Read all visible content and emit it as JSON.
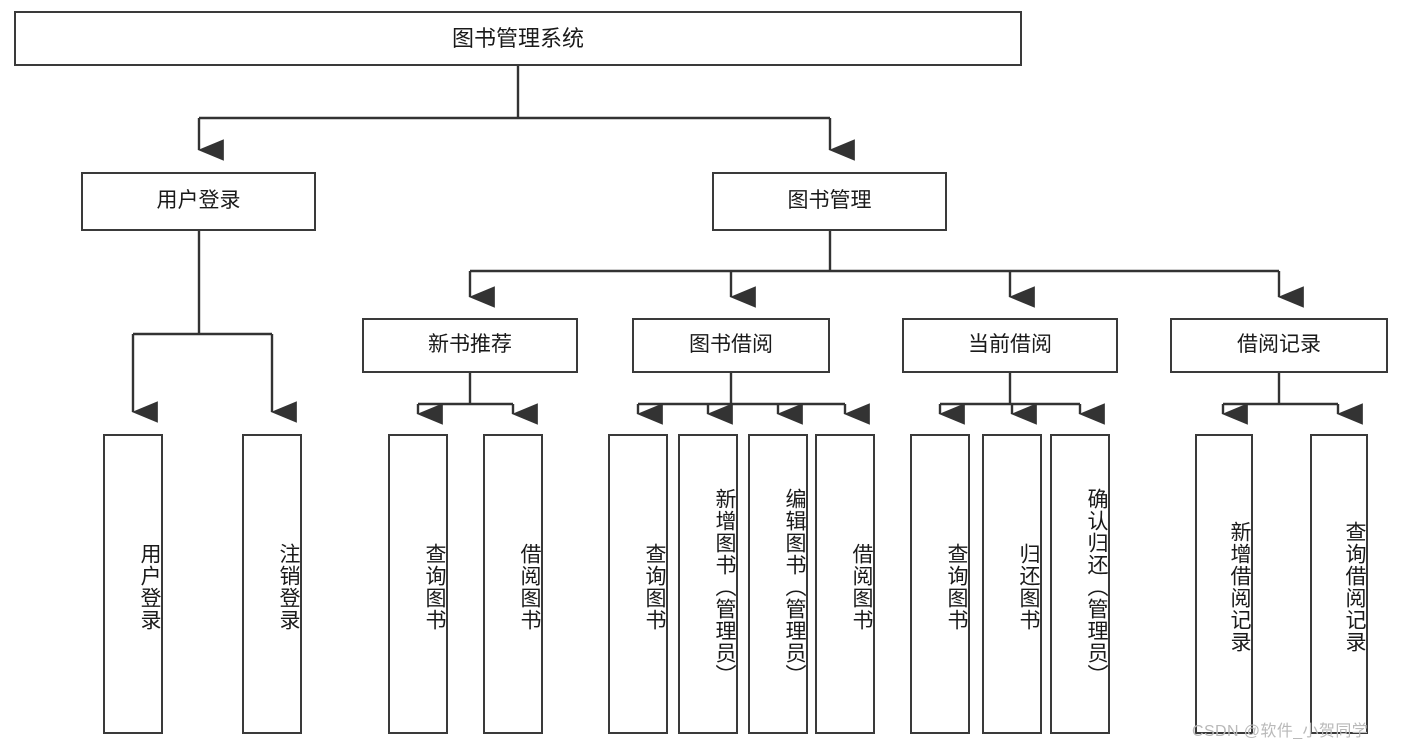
{
  "diagram": {
    "type": "tree-hierarchy-chart",
    "title": "图书管理系统",
    "root": {
      "id": "root",
      "label": "图书管理系统"
    },
    "level2": [
      {
        "id": "user-login",
        "label": "用户登录"
      },
      {
        "id": "book-management",
        "label": "图书管理"
      }
    ],
    "level3": [
      {
        "id": "new-book-recommend",
        "label": "新书推荐"
      },
      {
        "id": "book-borrow",
        "label": "图书借阅"
      },
      {
        "id": "current-borrow",
        "label": "当前借阅"
      },
      {
        "id": "borrow-record",
        "label": "借阅记录"
      }
    ],
    "leaves": {
      "user_login": [
        {
          "id": "leaf-user-login",
          "label": "用户登录"
        },
        {
          "id": "leaf-logout-login",
          "label": "注销登录"
        }
      ],
      "new_book_recommend": [
        {
          "id": "leaf-query-book-1",
          "label": "查询图书"
        },
        {
          "id": "leaf-borrow-book-1",
          "label": "借阅图书"
        }
      ],
      "book_borrow": [
        {
          "id": "leaf-query-book-2",
          "label": "查询图书"
        },
        {
          "id": "leaf-add-book",
          "label": "新增图书（管理员）"
        },
        {
          "id": "leaf-edit-book",
          "label": "编辑图书（管理员）"
        },
        {
          "id": "leaf-borrow-book-2",
          "label": "借阅图书"
        }
      ],
      "current_borrow": [
        {
          "id": "leaf-query-book-3",
          "label": "查询图书"
        },
        {
          "id": "leaf-return-book",
          "label": "归还图书"
        },
        {
          "id": "leaf-confirm-return",
          "label": "确认归还（管理员）"
        }
      ],
      "borrow_record": [
        {
          "id": "leaf-add-record",
          "label": "新增借阅记录"
        },
        {
          "id": "leaf-query-record",
          "label": "查询借阅记录"
        }
      ]
    },
    "colors": {
      "border": "#3a3a3a",
      "background": "#ffffff",
      "text": "#1a1a1a",
      "connector": "#333333",
      "watermark": "#b9b9b9"
    }
  },
  "watermark": {
    "text": "CSDN @软件_小贺同学"
  }
}
